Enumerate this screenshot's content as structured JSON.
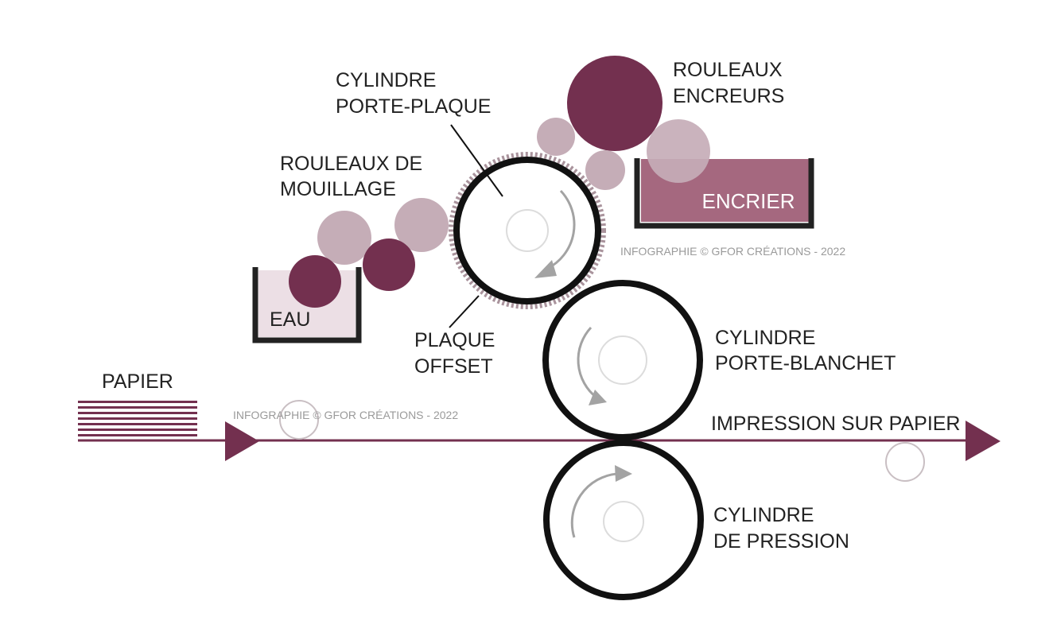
{
  "labels": {
    "cylindre_porte_plaque": [
      "CYLINDRE",
      "PORTE-PLAQUE"
    ],
    "rouleaux_encreurs": [
      "ROULEAUX",
      "ENCREURS"
    ],
    "rouleaux_mouillage": [
      "ROULEAUX DE",
      "MOUILLAGE"
    ],
    "plaque_offset": [
      "PLAQUE",
      "OFFSET"
    ],
    "cylindre_porte_blanchet": [
      "CYLINDRE",
      "PORTE-BLANCHET"
    ],
    "cylindre_pression": [
      "CYLINDRE",
      "DE PRESSION"
    ],
    "encrier": "ENCRIER",
    "eau": "EAU",
    "papier": "PAPIER",
    "impression": "IMPRESSION SUR PAPIER"
  },
  "watermarks": {
    "upper": "INFOGRAPHIE © GFOR CRÉATIONS - 2022",
    "lower": "INFOGRAPHIE © GFOR CRÉATIONS - 2022"
  },
  "colors": {
    "dark_ink": "#73304f",
    "light_roller": "#c5adb7",
    "encrier_fill": "#a5687f",
    "eau_fill": "#ecdfe5",
    "outline": "#111111",
    "arrow_gray": "#a3a3a3",
    "paper_line": "#73304f"
  }
}
